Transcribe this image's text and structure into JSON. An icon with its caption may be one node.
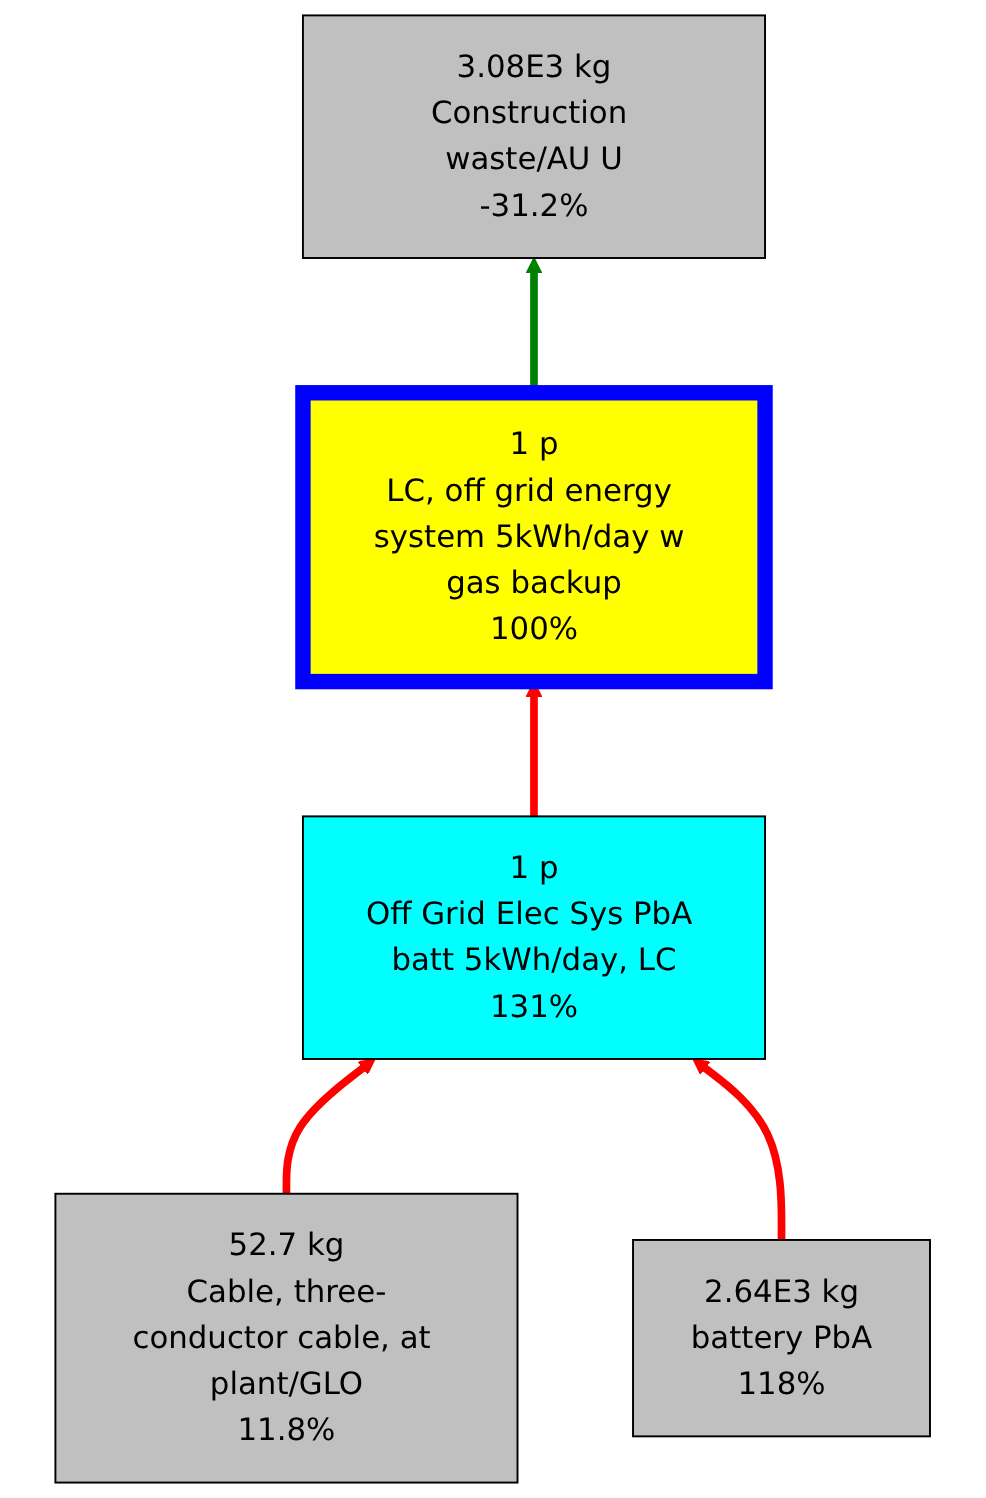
{
  "diagram": {
    "nodes": [
      {
        "text": [
          "1 p",
          "LC, off grid energy system 5kWh/day w gas backup",
          "100%"
        ]
      },
      {
        "text": [
          "1 p",
          "Off Grid Elec Sys PbA batt 5kWh/day, LC",
          "131%"
        ]
      },
      {
        "text": [
          "3.08E3 kg",
          "Construction waste/AU U",
          "-31.2%"
        ]
      },
      {
        "text": [
          "52.7 kg",
          "Cable, three-conductor cable, at plant/GLO",
          "11.8%"
        ]
      },
      {
        "text": [
          "2.64E3 kg",
          "battery PbA",
          "118%"
        ]
      }
    ],
    "edges": [
      {
        "from": 1,
        "to": 0,
        "arrow": "to"
      },
      {
        "from": 0,
        "to": 2,
        "arrow": "to",
        "color": "#008000"
      },
      {
        "from": 3,
        "to": 1,
        "arrow": "to"
      },
      {
        "from": 4,
        "to": 1,
        "arrow": "to"
      }
    ]
  }
}
